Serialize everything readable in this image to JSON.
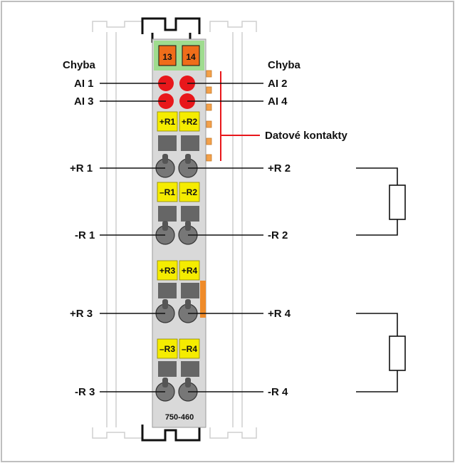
{
  "module": {
    "model": "750-460",
    "top_connector": [
      "13",
      "14"
    ]
  },
  "labels": {
    "error_left": "Chyba",
    "error_right": "Chyba",
    "ai1": "AI 1",
    "ai2": "AI 2",
    "ai3": "AI 3",
    "ai4": "AI 4",
    "data_contacts": "Datové kontakty",
    "pr1": "+R 1",
    "pr2": "+R 2",
    "mr1": "-R 1",
    "mr2": "-R 2",
    "pr3": "+R 3",
    "pr4": "+R 4",
    "mr3": "-R 3",
    "mr4": "-R 4"
  },
  "terminal_tags": {
    "row1": [
      "+R1",
      "+R2"
    ],
    "row2": [
      "–R1",
      "–R2"
    ],
    "row3": [
      "+R3",
      "+R4"
    ],
    "row4": [
      "–R3",
      "–R4"
    ]
  },
  "colors": {
    "module_gray": "#d9d9d9",
    "led_red": "#e8171b",
    "tag_yellow": "#f5ec00",
    "header_green": "#9fdc8f",
    "connector_orange": "#ef6d1a",
    "contact_orange": "#f3a14a",
    "accent_red": "#e8171b"
  }
}
